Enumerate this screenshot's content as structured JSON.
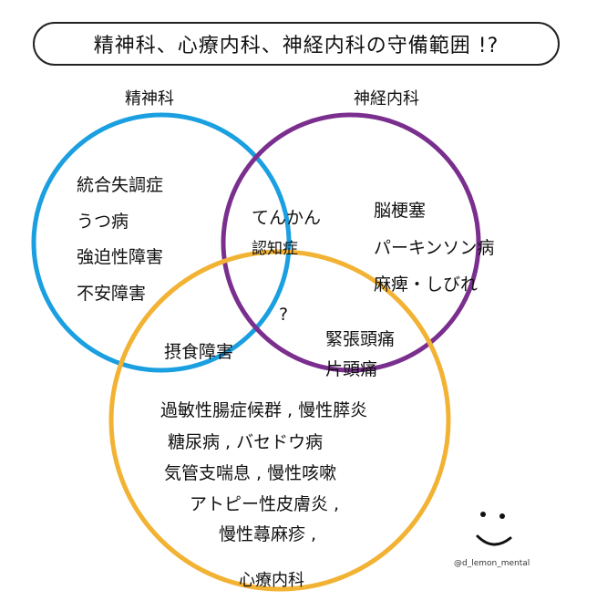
{
  "title": "精神科、心療内科、神経内科の守備範囲 !?",
  "colors": {
    "psychiatry": "#1a9fe0",
    "neurology": "#7a2e8e",
    "psychosomatic": "#f2b233",
    "ink": "#111111"
  },
  "sets": {
    "psychiatry": "精神科",
    "neurology": "神経内科",
    "psychosomatic": "心療内科"
  },
  "regions": {
    "psychiatry_only": [
      "統合失調症",
      "うつ病",
      "強迫性障害",
      "不安障害"
    ],
    "psychiatry_neurology": [
      "てんかん",
      "認知症"
    ],
    "neurology_only": [
      "脳梗塞",
      "パーキンソン病",
      "麻痺・しびれ"
    ],
    "center": "?",
    "psychiatry_psychosomatic": "摂食障害",
    "neurology_psychosomatic": [
      "緊張頭痛",
      "片頭痛"
    ],
    "psychosomatic_only": [
      "過敏性腸症候群 , 慢性膵炎",
      "糖尿病 , バセドウ病",
      "気管支喘息 , 慢性咳嗽",
      "アトピー性皮膚炎 ,",
      "慢性蕁麻疹 ,"
    ]
  },
  "credit": "@d_lemon_mental",
  "decoration": "smiley-face-icon"
}
